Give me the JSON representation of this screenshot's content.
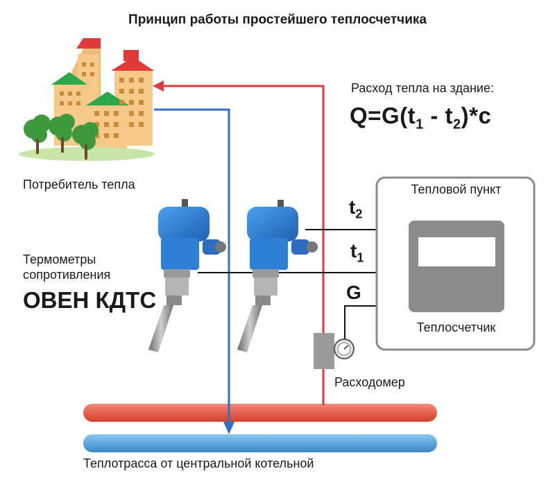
{
  "title": "Принцип работы простейшего теплосчетчика",
  "formula": {
    "label": "Расход тепла на здание:",
    "q": "Q=G(t",
    "sub1": "1",
    "minus": " - t",
    "sub2": "2",
    "tail": ")*c"
  },
  "consumer": {
    "label": "Потребитель тепла"
  },
  "thermometers": {
    "line1": "Термометры",
    "line2": "сопротивления",
    "brand": "ОВЕН КДТС"
  },
  "station": {
    "label": "Тепловой пункт"
  },
  "heat_meter": {
    "label": "Теплосчетчик"
  },
  "flow_meter": {
    "label": "Расходомер"
  },
  "main_pipe": {
    "label": "Теплотрасса от центральной котельной"
  },
  "signals": {
    "t2": {
      "base": "t",
      "sub": "2"
    },
    "t1": {
      "base": "t",
      "sub": "1"
    },
    "g": {
      "base": "G"
    }
  },
  "colors": {
    "supply": "#e03a3a",
    "return": "#2f6fc4",
    "sensor_head": "#2f7fd8",
    "station_border": "#8a8a8a",
    "meter_body": "#8c8c8c",
    "building": "#f5c98a",
    "roof_red": "#e23a3a",
    "roof_green": "#2aa84a",
    "tree": "#3c9a3c"
  }
}
